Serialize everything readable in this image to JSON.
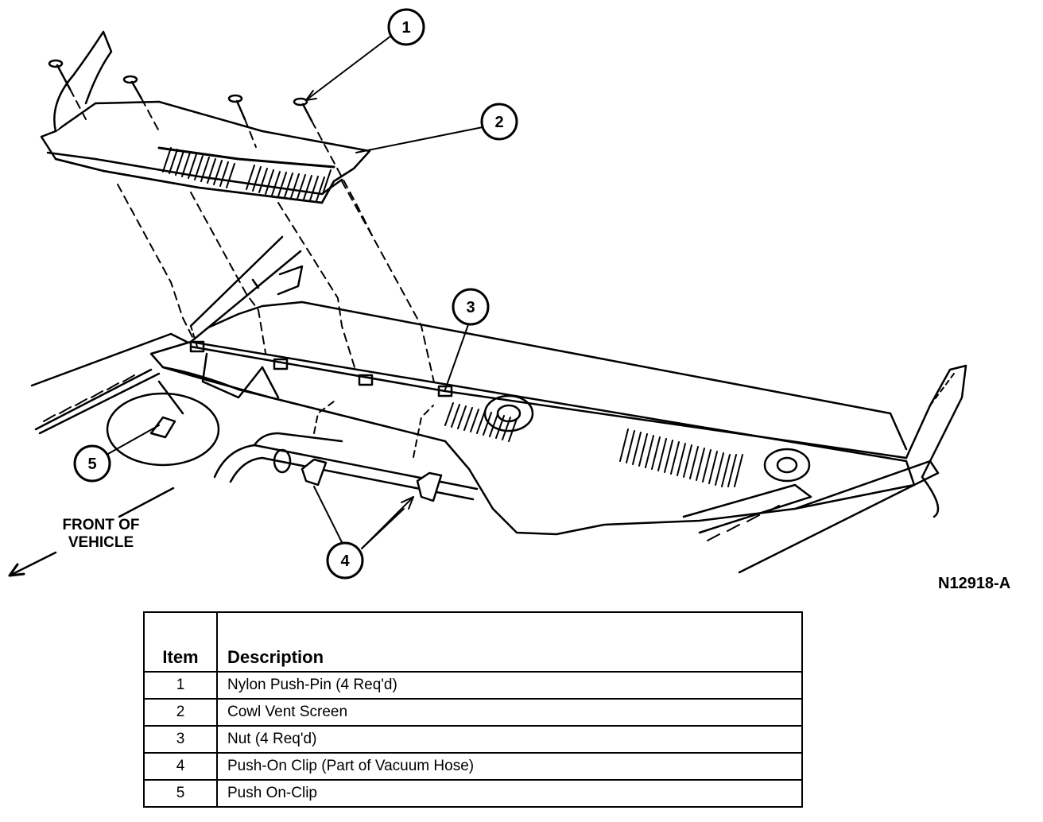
{
  "callouts": [
    "1",
    "2",
    "3",
    "4",
    "5"
  ],
  "front_label": [
    "FRONT OF",
    "VEHICLE"
  ],
  "figure_id": "N12918-A",
  "table": {
    "headers": {
      "item": "Item",
      "description": "Description"
    },
    "rows": [
      {
        "item": "1",
        "description": "Nylon Push-Pin  (4 Req'd)"
      },
      {
        "item": "2",
        "description": "Cowl Vent Screen"
      },
      {
        "item": "3",
        "description": "Nut  (4 Req'd)"
      },
      {
        "item": "4",
        "description": "Push-On Clip  (Part of Vacuum Hose)"
      },
      {
        "item": "5",
        "description": "Push On-Clip"
      }
    ]
  }
}
